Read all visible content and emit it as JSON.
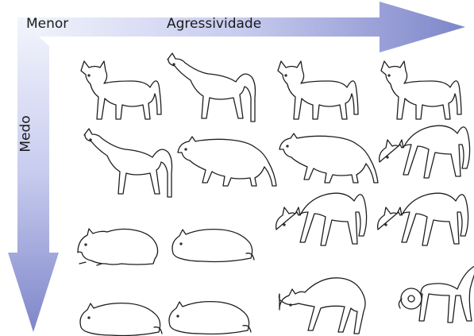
{
  "labels": {
    "top_left": "Menor",
    "horizontal_axis": "Agressividade",
    "vertical_axis": "Medo"
  },
  "colors": {
    "arrow_light": "#e9ecf8",
    "arrow_dark": "#7e86c9",
    "line": "#1e1e1e"
  },
  "grid": {
    "rows": 4,
    "columns": 4
  }
}
